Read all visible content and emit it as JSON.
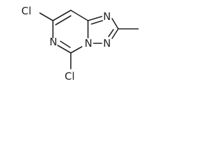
{
  "molecule": {
    "atom_labels": {
      "cl_top": "Cl",
      "n_pyrimidine": "N",
      "cl_bottom": "Cl",
      "n_bridge": "N",
      "n_triazole_bottom": "N",
      "n_triazole_top": "N"
    },
    "colors": {
      "bond": "#222222",
      "label": "#222222",
      "background": "#ffffff"
    }
  }
}
